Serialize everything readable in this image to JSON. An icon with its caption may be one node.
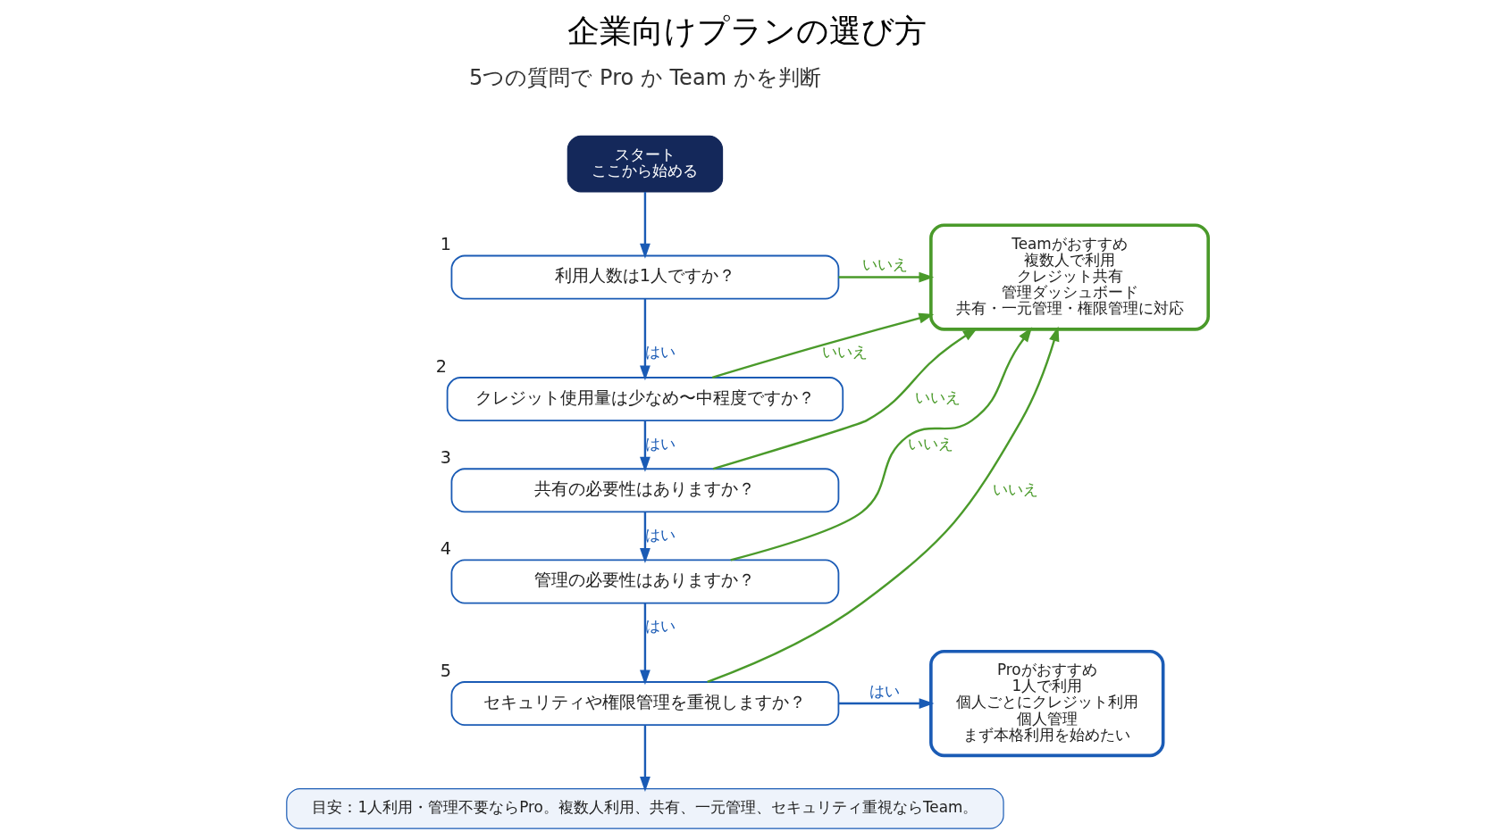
{
  "diagram": {
    "title": "企業向けプランの選び方",
    "nodes": [
      {
        "text": [
          "スタート",
          "ここから始める"
        ]
      },
      {
        "text": [
          "利用人数は1人ですか？"
        ],
        "beside": [
          "1"
        ]
      },
      {
        "text": [
          "クレジット使用量は少なめ〜中程度ですか？"
        ],
        "beside": [
          "2"
        ]
      },
      {
        "text": [
          "共有の必要性はありますか？"
        ],
        "beside": [
          "3"
        ]
      },
      {
        "text": [
          "管理の必要性はありますか？"
        ],
        "beside": [
          "4"
        ]
      },
      {
        "text": [
          "セキュリティや権限管理を重視しますか？"
        ],
        "beside": [
          "5"
        ]
      },
      {
        "text": [
          "Teamがおすすめ",
          "複数人で利用",
          "クレジット共有",
          "管理ダッシュボード",
          "共有・一元管理・権限管理に対応"
        ]
      },
      {
        "text": [
          "Proがおすすめ",
          "1人で利用",
          "個人ごとにクレジット利用",
          "個人管理",
          "まず本格利用を始めたい"
        ]
      },
      {
        "text": [
          "目安：1人利用・管理不要ならPro。複数人利用、共有、一元管理、セキュリティ重視ならTeam。"
        ]
      }
    ],
    "edges": [
      {
        "from": 0,
        "to": 1,
        "arrow": "to"
      },
      {
        "from": 1,
        "to": 2,
        "label": "はい",
        "arrow": "to"
      },
      {
        "from": 2,
        "to": 3,
        "label": "はい",
        "arrow": "to"
      },
      {
        "from": 3,
        "to": 4,
        "label": "はい",
        "arrow": "to"
      },
      {
        "from": 4,
        "to": 5,
        "label": "はい",
        "arrow": "to"
      },
      {
        "from": 5,
        "to": 7,
        "label": "はい",
        "arrow": "to"
      },
      {
        "from": 5,
        "to": 8,
        "arrow": "to"
      },
      {
        "from": 1,
        "to": 6,
        "label": "いいえ",
        "arrow": "to",
        "color": "#4a9a2a"
      },
      {
        "from": 2,
        "to": 6,
        "label": "いいえ",
        "arrow": "to",
        "color": "#4a9a2a"
      },
      {
        "from": 3,
        "to": 6,
        "label": "いいえ",
        "arrow": "to",
        "color": "#4a9a2a"
      },
      {
        "from": 4,
        "to": 6,
        "label": "いいえ",
        "arrow": "to",
        "color": "#4a9a2a"
      },
      {
        "from": 5,
        "to": 6,
        "label": "いいえ",
        "arrow": "to",
        "color": "#4a9a2a"
      }
    ],
    "labels": [
      "5つの質問で Pro か Team かを判断"
    ]
  }
}
